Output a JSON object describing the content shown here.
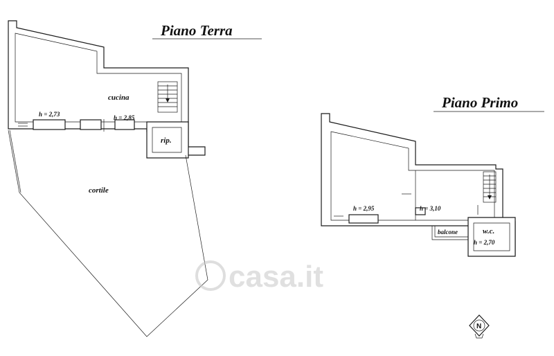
{
  "ground_floor": {
    "title": "Piano Terra",
    "rooms": {
      "kitchen": "cucina",
      "storage": "rip.",
      "courtyard": "cortile"
    },
    "heights": [
      "h = 2,73",
      "h = 2,85"
    ]
  },
  "first_floor": {
    "title": "Piano Primo",
    "rooms": {
      "balcony": "balcone",
      "wc": "w.c."
    },
    "heights": [
      "h = 2,95",
      "h = 3,10",
      "h = 2,70"
    ]
  },
  "watermark": "casa.it",
  "compass": "N"
}
